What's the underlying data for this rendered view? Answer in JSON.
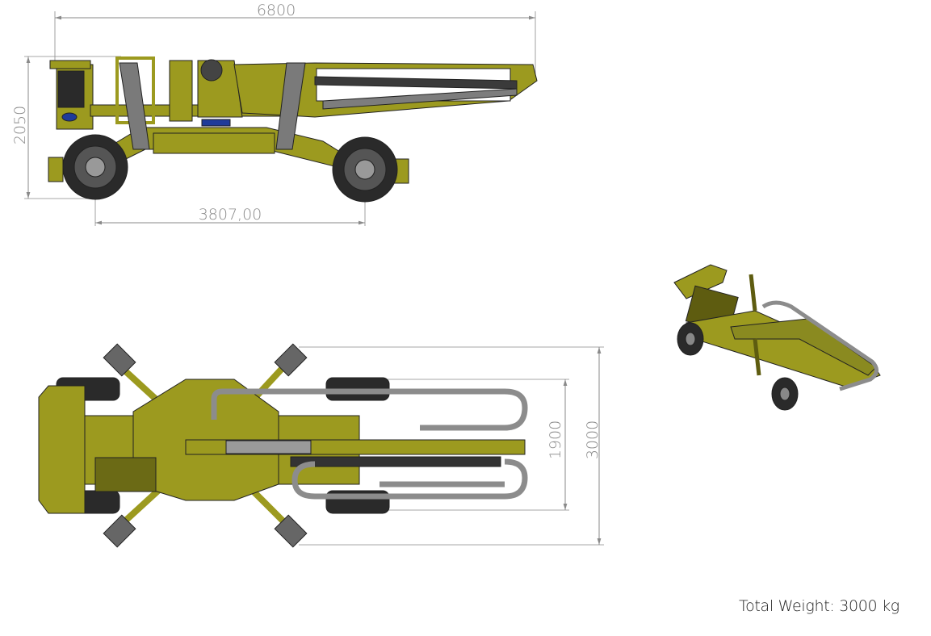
{
  "drawing": {
    "dimensions": {
      "overall_length": "6800",
      "overall_height": "2050",
      "wheelbase": "3807,00",
      "track_width": "1900",
      "overall_width": "3000"
    },
    "total_weight_label": "Total Weight: 3000 kg",
    "colors": {
      "body": "#9c9a1f",
      "body_dark": "#5e5c10",
      "tire": "#2a2a2a",
      "pipe": "#8c8c8c",
      "dimension_line": "#8a8a8a",
      "accent_blue": "#1f3b9a"
    }
  }
}
